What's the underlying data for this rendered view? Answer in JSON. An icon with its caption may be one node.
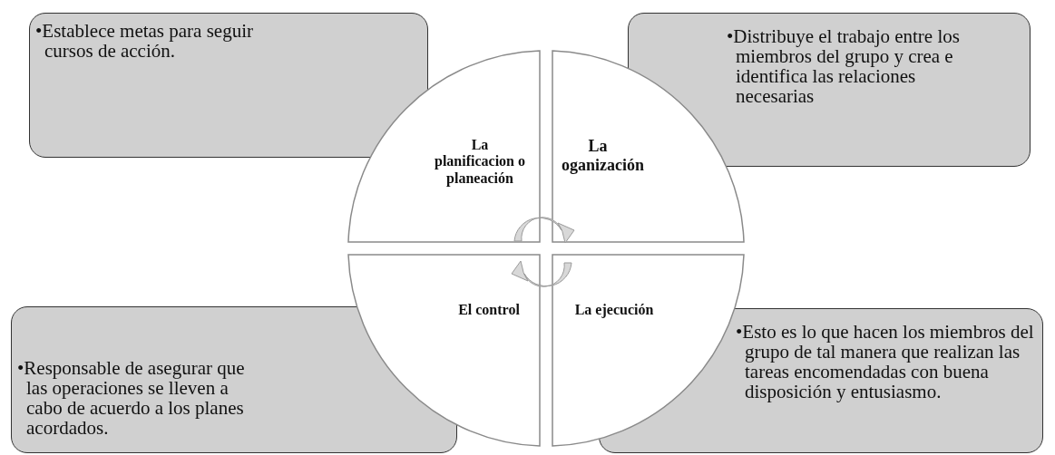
{
  "diagram": {
    "nodes": [
      {
        "text": [
          "•Establece metas para seguir cursos de acción."
        ]
      },
      {
        "text": [
          "•Distribuye el trabajo entre los miembros del grupo y crea e identifica las relaciones necesarias"
        ]
      },
      {
        "text": [
          "La planificacion o planeación"
        ]
      },
      {
        "text": [
          "La oganización"
        ]
      },
      {
        "text": [
          "El control"
        ]
      },
      {
        "text": [
          "La ejecución"
        ]
      },
      {
        "text": [
          "•Responsable de asegurar que las operaciones se lleven a cabo de acuerdo a los planes acordados."
        ]
      },
      {
        "text": [
          "•Esto es lo que hacen los miembros del grupo de tal manera que realizan las tareas encomendadas con buena disposición y entusiasmo."
        ]
      }
    ]
  }
}
